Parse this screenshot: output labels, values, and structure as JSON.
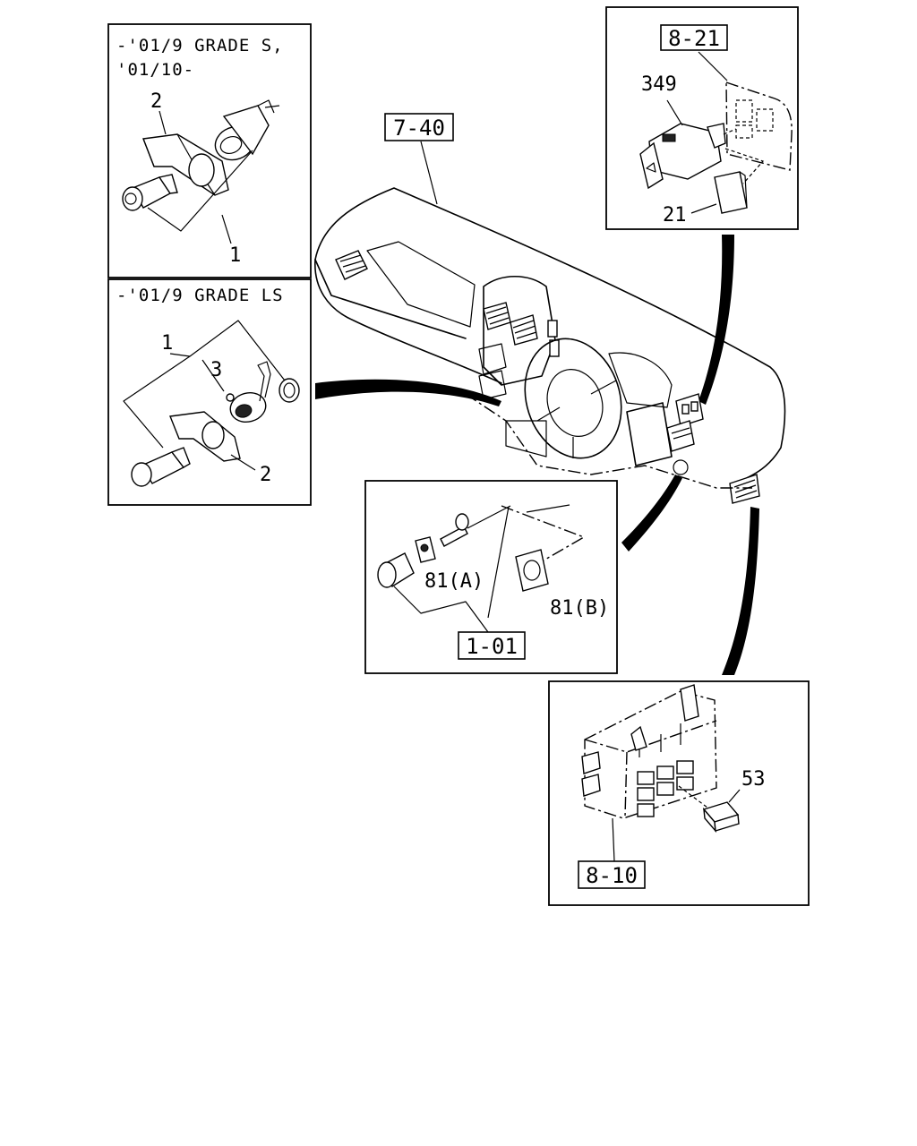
{
  "diagram": {
    "panel_a": {
      "grade_line1": "-'01/9 GRADE S,",
      "grade_line2": "'01/10-",
      "label_2": "2",
      "label_1": "1"
    },
    "panel_b": {
      "grade_line1": "-'01/9 GRADE LS",
      "label_1": "1",
      "label_3": "3",
      "label_2": "2"
    },
    "panel_c": {
      "ref_box": "8-21",
      "label_349": "349",
      "label_21": "21"
    },
    "panel_d": {
      "label_81a": "81(A)",
      "label_81b": "81(B)",
      "ref_box": "1-01"
    },
    "panel_e": {
      "label_53": "53",
      "ref_box": "8-10"
    },
    "dashboard": {
      "ref_box": "7-40"
    }
  }
}
